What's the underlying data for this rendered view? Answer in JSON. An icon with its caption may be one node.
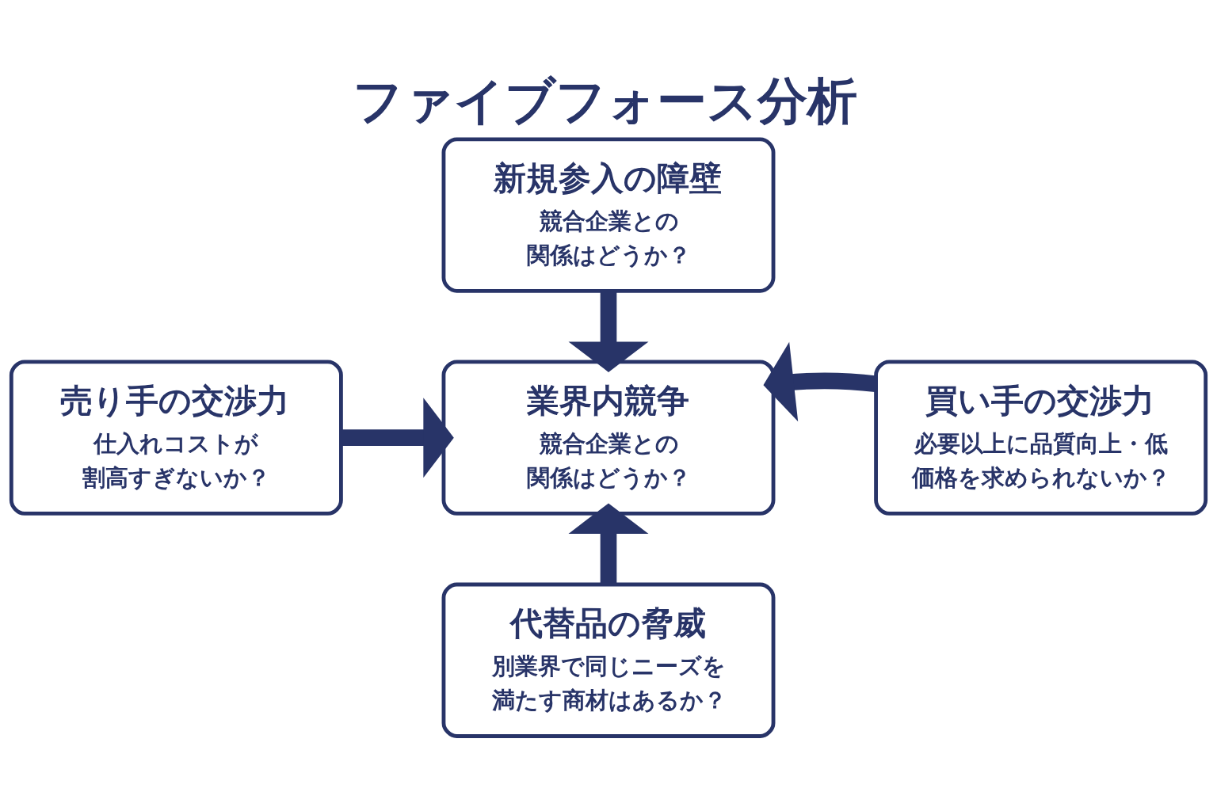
{
  "diagram": {
    "title": "ファイブフォース分析",
    "nodes": [
      {
        "text": [
          "新規参入の障壁",
          "競合企業との関係はどうか？"
        ]
      },
      {
        "text": [
          "売り手の交渉力",
          "仕入れコストが割高すぎないか？"
        ]
      },
      {
        "text": [
          "業界内競争",
          "競合企業との関係はどうか？"
        ]
      },
      {
        "text": [
          "買い手の交渉力",
          "必要以上に品質向上・低価格を求められないか？"
        ]
      },
      {
        "text": [
          "代替品の脅威",
          "別業界で同じニーズを満たす商材はあるか？"
        ]
      }
    ],
    "edges": [
      {
        "from": 0,
        "to": 2,
        "arrow": "to"
      },
      {
        "from": 1,
        "to": 2,
        "arrow": "to"
      },
      {
        "from": 3,
        "to": 2,
        "arrow": "to"
      },
      {
        "from": 4,
        "to": 2,
        "arrow": "to"
      }
    ]
  }
}
